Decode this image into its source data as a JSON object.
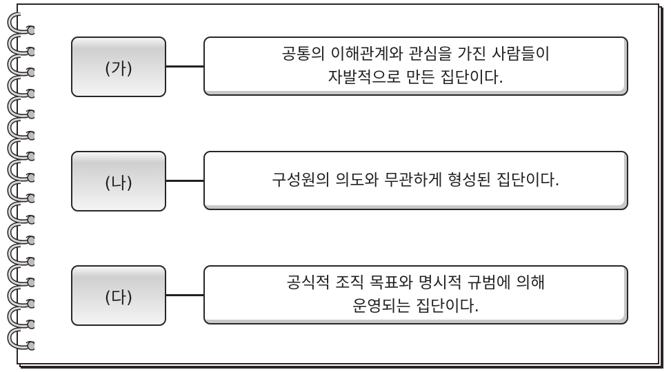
{
  "items": [
    {
      "label": "(가)",
      "lines": [
        "공통의 이해관계와 관심을 가진 사람들이",
        "자발적으로 만든 집단이다."
      ]
    },
    {
      "label": "(나)",
      "lines": [
        "구성원의 의도와 무관하게 형성된 집단이다."
      ]
    },
    {
      "label": "(다)",
      "lines": [
        "공식적 조직 목표와 명시적 규범에 의해",
        "운영되는 집단이다."
      ]
    }
  ]
}
